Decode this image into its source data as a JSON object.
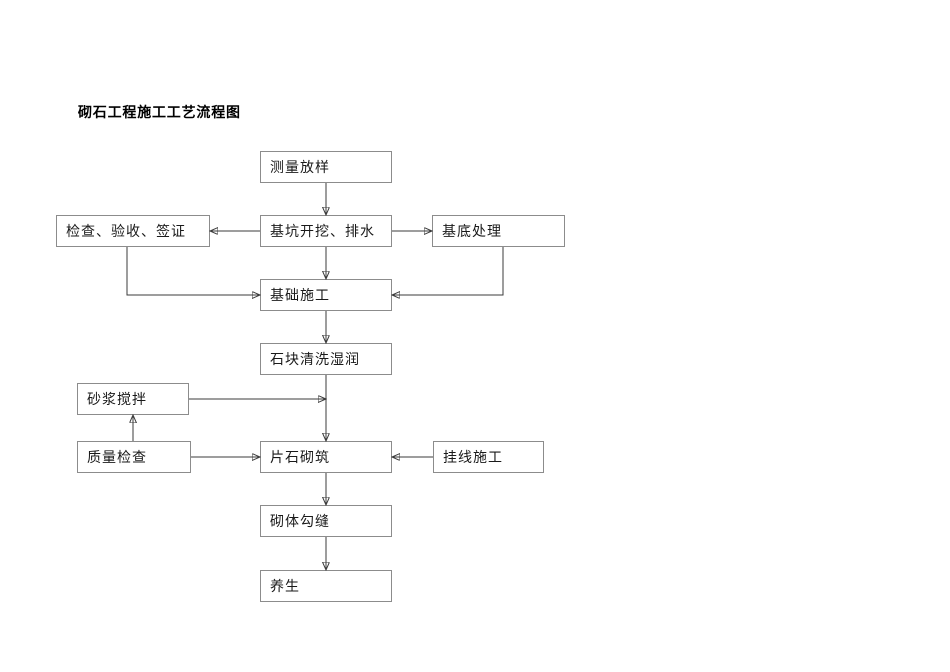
{
  "page": {
    "title": "砌石工程施工工艺流程图"
  },
  "colors": {
    "background": "#ffffff",
    "box_border": "#8c8c8c",
    "line": "#3b3b3b",
    "text": "#000000"
  },
  "flowchart": {
    "nodes": [
      {
        "id": "measure",
        "label": "测量放样"
      },
      {
        "id": "inspection",
        "label": "检查、验收、签证"
      },
      {
        "id": "excavation",
        "label": "基坑开挖、排水"
      },
      {
        "id": "base-treatment",
        "label": "基底处理"
      },
      {
        "id": "foundation",
        "label": "基础施工"
      },
      {
        "id": "stone-cleaning",
        "label": "石块清洗湿润"
      },
      {
        "id": "mortar-mixing",
        "label": "砂浆搅拌"
      },
      {
        "id": "quality-check",
        "label": "质量检查"
      },
      {
        "id": "stone-masonry",
        "label": "片石砌筑"
      },
      {
        "id": "line-hanging",
        "label": "挂线施工"
      },
      {
        "id": "jointing",
        "label": "砌体勾缝"
      },
      {
        "id": "curing",
        "label": "养生"
      }
    ],
    "edges": [
      {
        "from": "测量放样",
        "to": "基坑开挖、排水"
      },
      {
        "from": "基坑开挖、排水",
        "to": "检查、验收、签证"
      },
      {
        "from": "基坑开挖、排水",
        "to": "基底处理"
      },
      {
        "from": "基坑开挖、排水",
        "to": "基础施工"
      },
      {
        "from": "检查、验收、签证",
        "to": "基础施工"
      },
      {
        "from": "基底处理",
        "to": "基础施工"
      },
      {
        "from": "基础施工",
        "to": "石块清洗湿润"
      },
      {
        "from": "石块清洗湿润",
        "to": "片石砌筑"
      },
      {
        "from": "砂浆搅拌",
        "to": "片石砌筑"
      },
      {
        "from": "质量检查",
        "to": "砂浆搅拌"
      },
      {
        "from": "质量检查",
        "to": "片石砌筑"
      },
      {
        "from": "挂线施工",
        "to": "片石砌筑"
      },
      {
        "from": "片石砌筑",
        "to": "砌体勾缝"
      },
      {
        "from": "砌体勾缝",
        "to": "养生"
      }
    ]
  }
}
